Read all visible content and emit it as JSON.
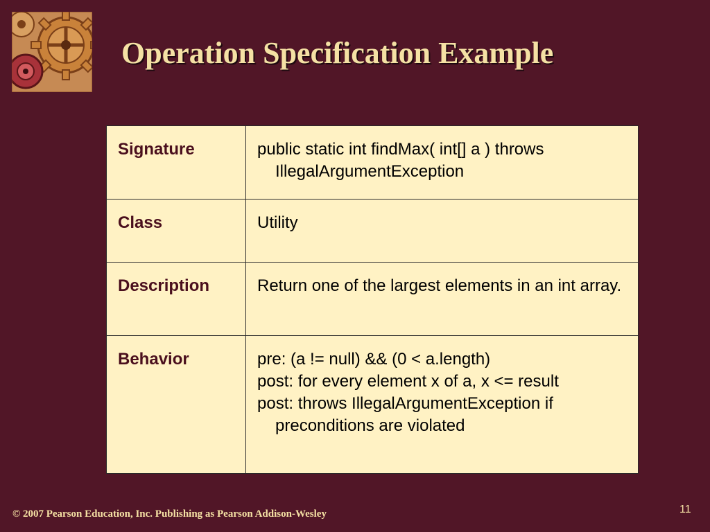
{
  "slide": {
    "title": "Operation Specification Example",
    "page_number": "11",
    "footer": "© 2007 Pearson Education, Inc. Publishing as Pearson Addison-Wesley",
    "logo_icon": "gears-logo-icon",
    "colors": {
      "background": "#511627",
      "title": "#f5e1a4",
      "table_fill": "#fff2c4",
      "label_text": "#4a0f1d"
    }
  },
  "table": {
    "rows": [
      {
        "label": "Signature",
        "lines": [
          "public static int findMax( int[] a ) throws IllegalArgumentException"
        ]
      },
      {
        "label": "Class",
        "lines": [
          "Utility"
        ]
      },
      {
        "label": "Description",
        "lines": [
          "Return one of the largest elements in an int array."
        ]
      },
      {
        "label": "Behavior",
        "lines": [
          "pre: (a != null) && (0 < a.length)",
          "post: for every element x of a, x <= result",
          "post: throws IllegalArgumentException if preconditions are violated"
        ]
      }
    ]
  }
}
